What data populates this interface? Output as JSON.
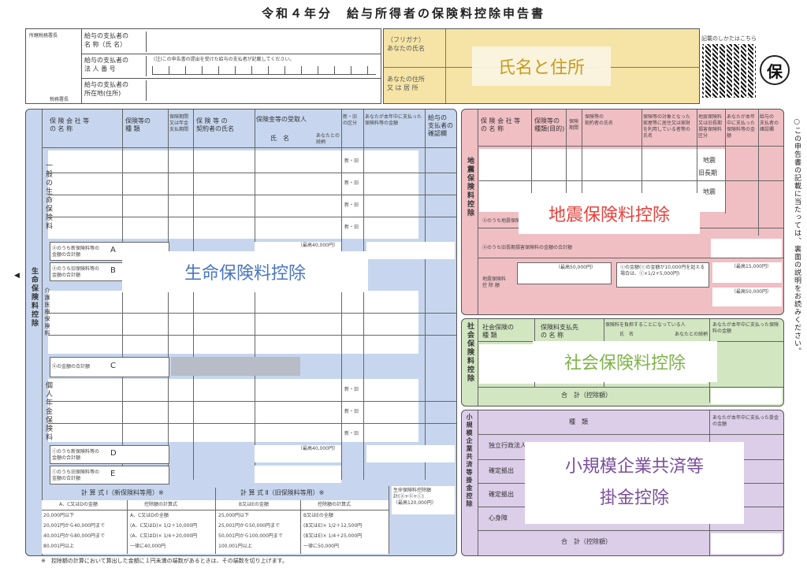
{
  "title": "令和４年分　給与所得者の保険料控除申告書",
  "header_left": {
    "office_top": "所轄税務署長",
    "office_bottom": "税務署長",
    "rows": [
      {
        "label": "給与の支払者の\n名 称（氏 名）"
      },
      {
        "label": "給与の支払者の\n法 人 番 号",
        "hint": "(注)この申告書の提出を受けた給与の支払者が記載してください。"
      },
      {
        "label": "給与の支払者の\n所在地(住所)"
      }
    ]
  },
  "header_right": {
    "furigana_label": "（フリガナ）\nあなたの氏名",
    "address_label": "あなたの住所\n又 は 居 所",
    "overlay": "氏名と住所"
  },
  "qr": {
    "note": "記載のしかたはこちら",
    "icon": "qr-code"
  },
  "stamp": "保",
  "life": {
    "side_label": "生命保険料控除",
    "headers": [
      "保 険 会 社 等\nの 名 称",
      "保険等の\n種 類",
      "保険期間又は年金支払期間",
      "保 険 等 の\n契約者の氏名",
      "保険金等の受取人",
      "新・旧\nの区分",
      "あなたが本年中に支払った保険料等の金額",
      "給与の\n支払者の\n確認欄"
    ],
    "sub_headers": [
      "氏　名",
      "あなたとの続柄"
    ],
    "category1": "一般の生命保険料",
    "category2": "介護医療保険料",
    "category3": "個人年金保険料",
    "new_old": "新・旧",
    "yen": "円",
    "rowA": "ⓐのうち新保険料等の金額の合計額",
    "rowB": "ⓐのうち旧保険料等の金額の合計額",
    "rowC": "ⓑの金額の合計額",
    "rowD": "ⓒのうち新保険料等の金額の合計額",
    "rowE": "ⓒのうち旧保険料等の金額の合計額",
    "letters": [
      "A",
      "B",
      "C",
      "D",
      "E"
    ],
    "max_note": "（最高40,000円）",
    "total_label": "生命保険料控除額\n計(ⓐ+ⓑ+ⓒ)\n（最高120,000円）",
    "calc_title_1": "計 算 式 Ⅰ（新保険料等用）※",
    "calc_title_2": "計 算 式 Ⅱ（旧保険料等用）※",
    "calc_cols_1": [
      "A、C又はDの金額",
      "控除額の計算式"
    ],
    "calc_cols_2": [
      "B又はEの金額",
      "控除額の計算式"
    ],
    "calc_rows_1": [
      [
        "20,000円以下",
        "A、C又はDの全額"
      ],
      [
        "20,001円から40,000円まで",
        "(A、C又はD)× 1/2＋10,000円"
      ],
      [
        "40,001円から80,000円まで",
        "(A、C又はD)× 1/4＋20,000円"
      ],
      [
        "80,001円以上",
        "一律に40,000円"
      ]
    ],
    "calc_rows_2": [
      [
        "25,000円以下",
        "B又はEの全額"
      ],
      [
        "25,001円から50,000円まで",
        "(B又はE)× 1/2＋12,500円"
      ],
      [
        "50,001円から100,000円まで",
        "(B又はE)× 1/4＋25,000円"
      ],
      [
        "100,001円以上",
        "一律に50,000円"
      ]
    ],
    "overlay": "生命保険料控除"
  },
  "earthquake": {
    "side_label": "地震保険料控除",
    "headers": [
      "保 険 会 社 等\nの 名 称",
      "保険等の\n種類(目的)",
      "保険期間",
      "保険等の\n契約者の氏名",
      "保険等の対象となった家屋等に居住又は家財を利用している者等の氏名",
      "地震保険料又は旧長期損害保険料区分",
      "あなたが本年中に支払った保険料等の金額",
      "給与の\n支払者の\n確認欄"
    ],
    "kinds": [
      "地震",
      "旧長期"
    ],
    "row1": "ⓐのうち地震保険料の金額の合計額",
    "row2": "ⓐのうち旧長期損害保険料の金額の合計額",
    "deduct_label": "地震保険料\n控 除 額",
    "max1": "（最高50,000円）",
    "max2": "（最高15,000円）",
    "max3": "（最高50,000円）",
    "formula": "ⓒの金額(ⓒの金額が10,000円を超える場合は、ⓒ×1/2+5,000円)",
    "overlay": "地震保険料控除"
  },
  "social": {
    "side_label": "社会保険料控除",
    "headers": [
      "社会保険の\n種 類",
      "保険料支払先\nの 名 称",
      "保険料を負担することになっている人",
      "あなたが本年中に支払った保険料の金額"
    ],
    "sub_headers": [
      "氏　名",
      "あなたとの続柄"
    ],
    "total": "合　計（控除額）",
    "overlay": "社会保険料控除"
  },
  "small_business": {
    "side_label": "小規模企業共済等掛金控除",
    "headers": [
      "種　類",
      "あなたが本年中に支払った掛金の金額"
    ],
    "rows": [
      "独立行政法人",
      "確定拠出",
      "確定拠出",
      "心身障"
    ],
    "total": "合　計（控除額）",
    "overlay_line1": "小規模企業共済等",
    "overlay_line2": "掛金控除"
  },
  "side_note": "○この申告書の記載に当たっては、裏面の説明をお読みください。",
  "footnote": "※　控除額の計算において算出した金額に１円未満の端数があるときは、その端数を切り上げます。",
  "colors": {
    "blue": "#c7d6ee",
    "pink": "#f0bfc4",
    "green": "#d2e6c2",
    "purple": "#dccde8",
    "yellow": "#f6e4a6",
    "overlay_blue": "#4a76c0",
    "overlay_red": "#e8413c",
    "overlay_green": "#7fb34a",
    "overlay_purple": "#7a4f9c",
    "overlay_gold": "#c79a18"
  }
}
